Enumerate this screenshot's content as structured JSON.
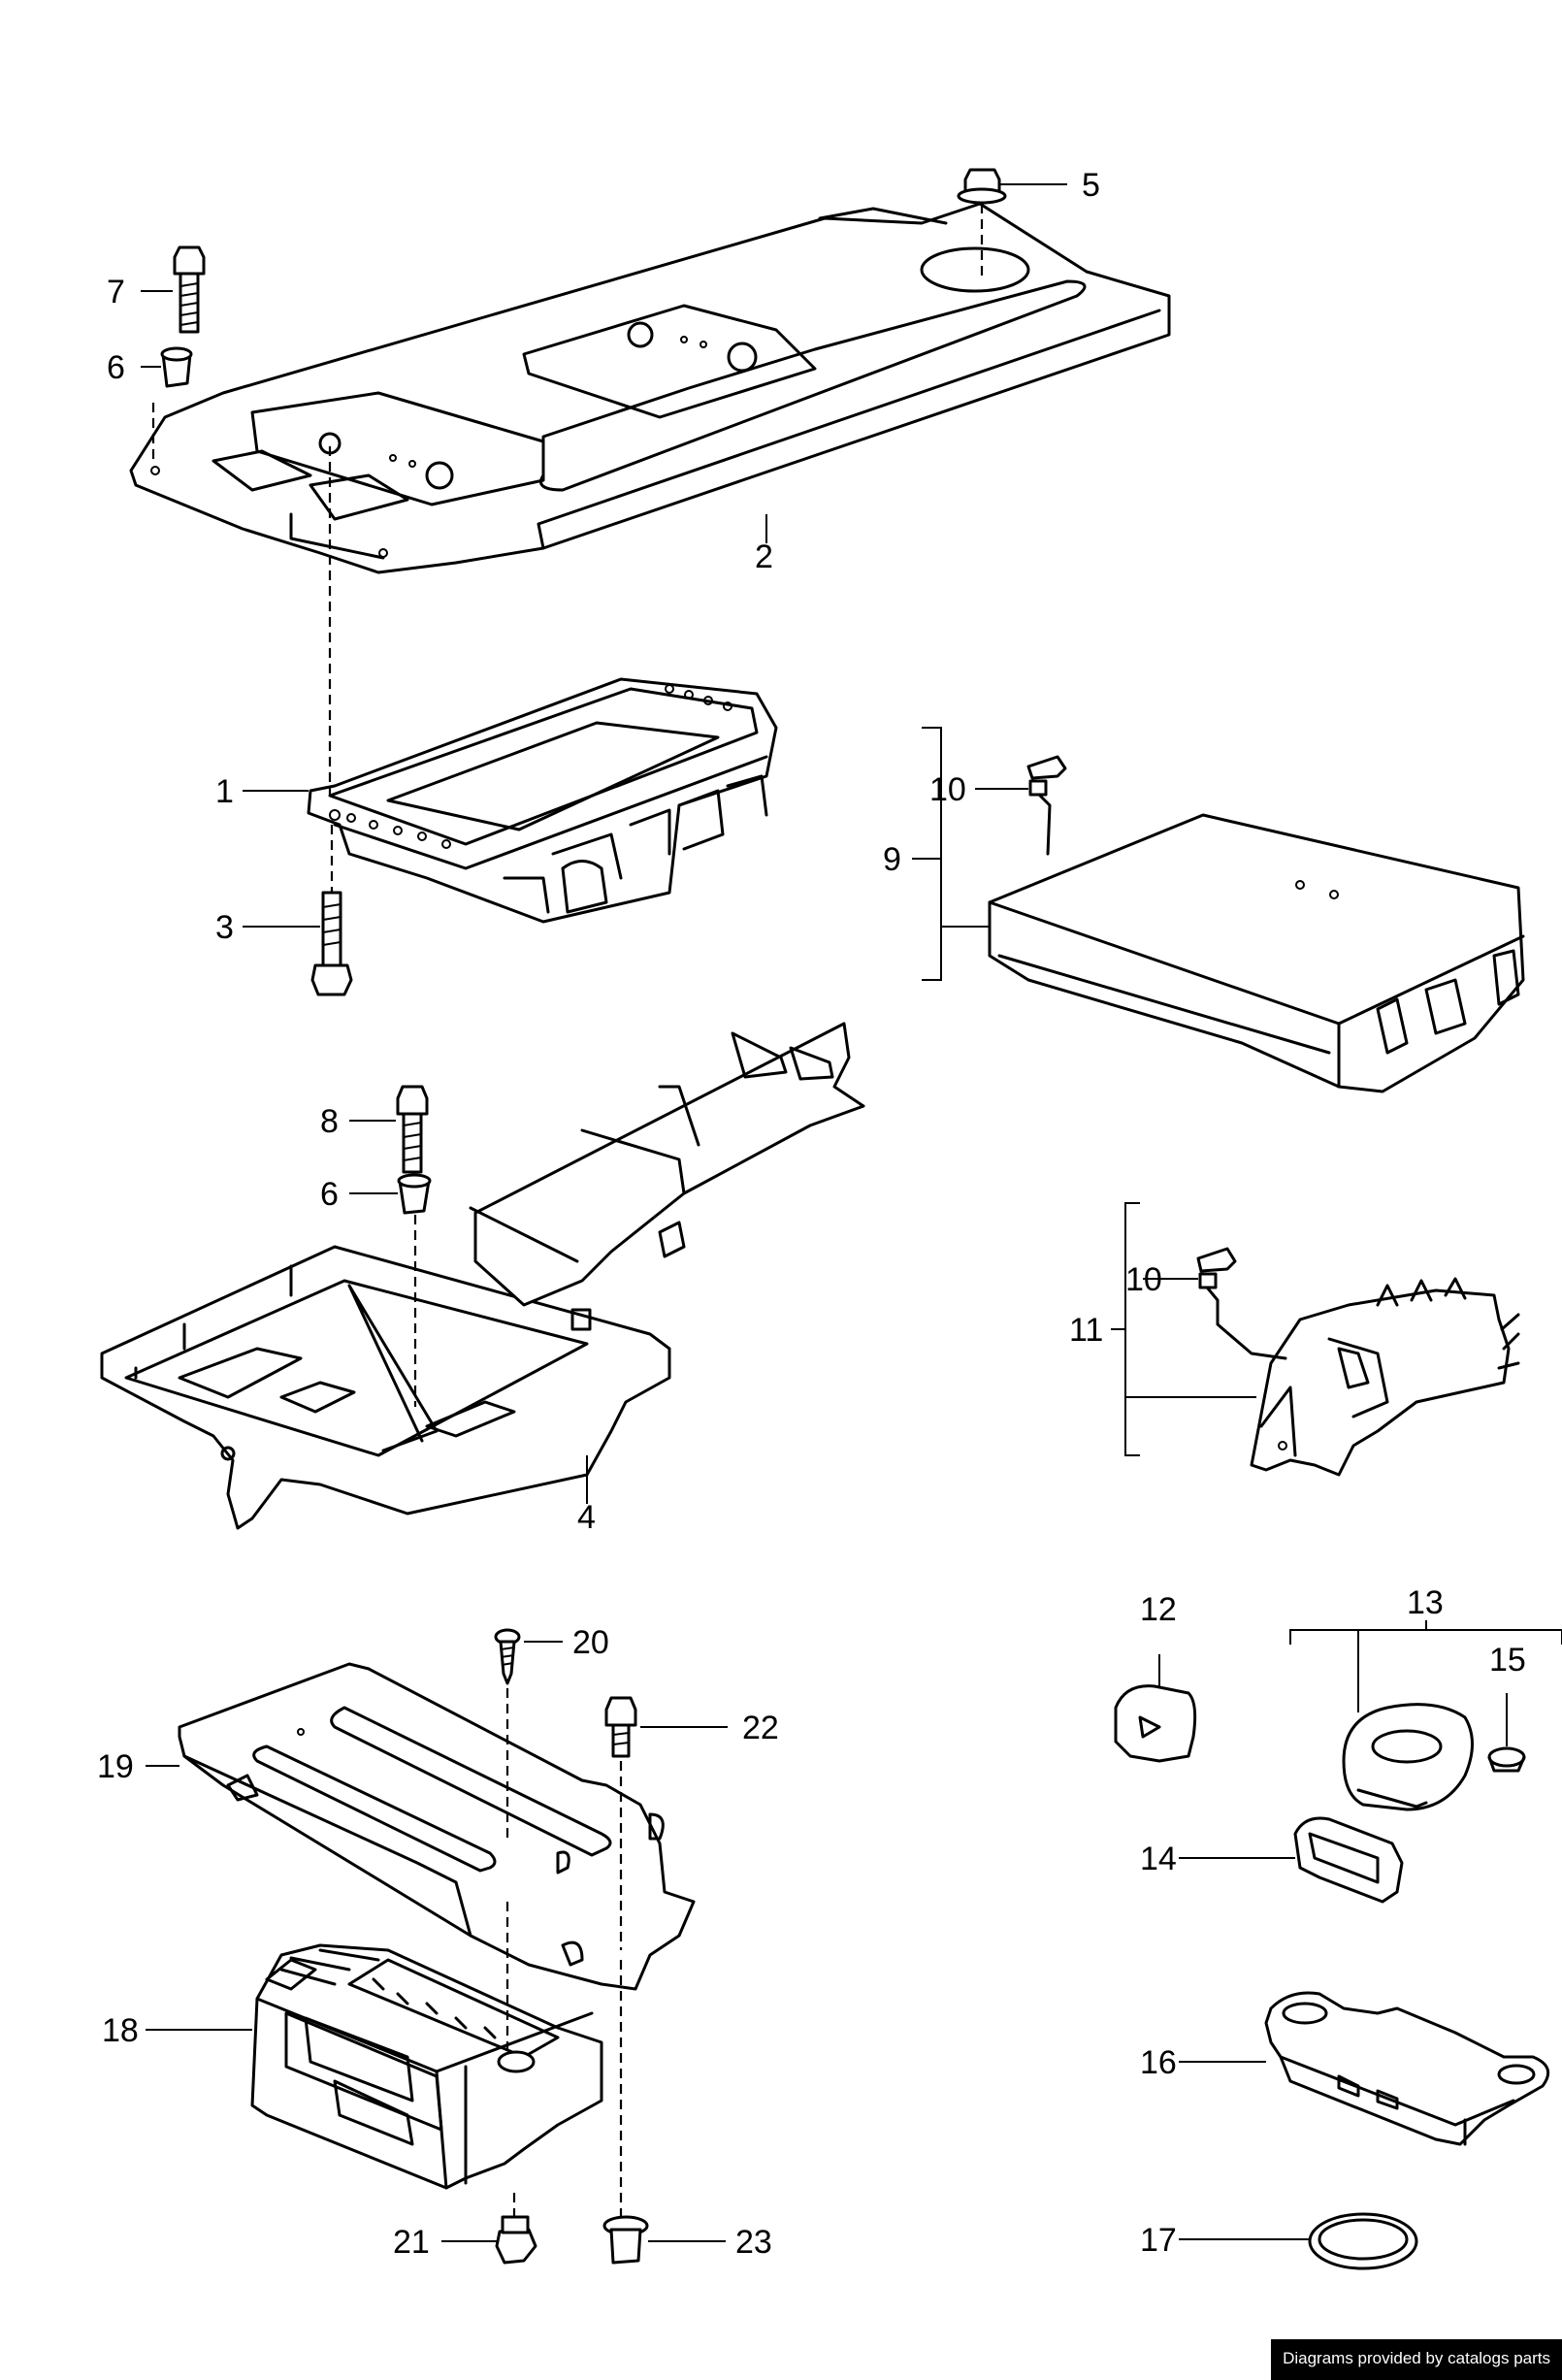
{
  "diagram": {
    "callouts": [
      {
        "id": "1",
        "text": "1"
      },
      {
        "id": "2",
        "text": "2"
      },
      {
        "id": "3",
        "text": "3"
      },
      {
        "id": "4",
        "text": "4"
      },
      {
        "id": "5",
        "text": "5"
      },
      {
        "id": "6a",
        "text": "6"
      },
      {
        "id": "6b",
        "text": "6"
      },
      {
        "id": "7",
        "text": "7"
      },
      {
        "id": "8",
        "text": "8"
      },
      {
        "id": "9",
        "text": "9"
      },
      {
        "id": "10a",
        "text": "10"
      },
      {
        "id": "10b",
        "text": "10"
      },
      {
        "id": "11",
        "text": "11"
      },
      {
        "id": "12",
        "text": "12"
      },
      {
        "id": "13",
        "text": "13"
      },
      {
        "id": "14",
        "text": "14"
      },
      {
        "id": "15",
        "text": "15"
      },
      {
        "id": "16",
        "text": "16"
      },
      {
        "id": "17",
        "text": "17"
      },
      {
        "id": "18",
        "text": "18"
      },
      {
        "id": "19",
        "text": "19"
      },
      {
        "id": "20",
        "text": "20"
      },
      {
        "id": "21",
        "text": "21"
      },
      {
        "id": "22",
        "text": "22"
      },
      {
        "id": "23",
        "text": "23"
      }
    ]
  },
  "footer": {
    "credit": "Diagrams provided by catalogs parts"
  }
}
